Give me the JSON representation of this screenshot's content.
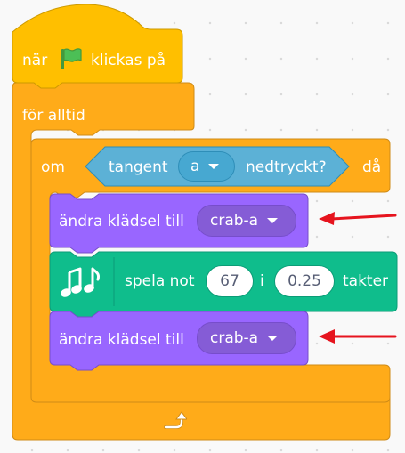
{
  "hat": {
    "when": "när",
    "clicked": "klickas på"
  },
  "forever": {
    "label": "för alltid"
  },
  "if_block": {
    "om": "om",
    "da": "då"
  },
  "condition": {
    "label": "tangent",
    "key": "a",
    "pressed": "nedtryckt?"
  },
  "costume1": {
    "label": "ändra klädsel till",
    "value": "crab-a"
  },
  "note": {
    "label": "spela not",
    "note": "67",
    "i": "i",
    "beats": "0.25",
    "unit": "takter"
  },
  "costume2": {
    "label": "ändra klädsel till",
    "value": "crab-a"
  },
  "colors": {
    "events": "#ffbf00",
    "control": "#ffab19",
    "sensing": "#5cb1d6",
    "looks": "#9966ff",
    "music": "#0fbd8c",
    "arrow": "#e6141e",
    "flag": "#4cbf56"
  },
  "icons": [
    "green-flag-icon",
    "dropdown-caret-icon",
    "music-notes-icon",
    "loop-arrow-icon",
    "red-arrow-icon"
  ]
}
